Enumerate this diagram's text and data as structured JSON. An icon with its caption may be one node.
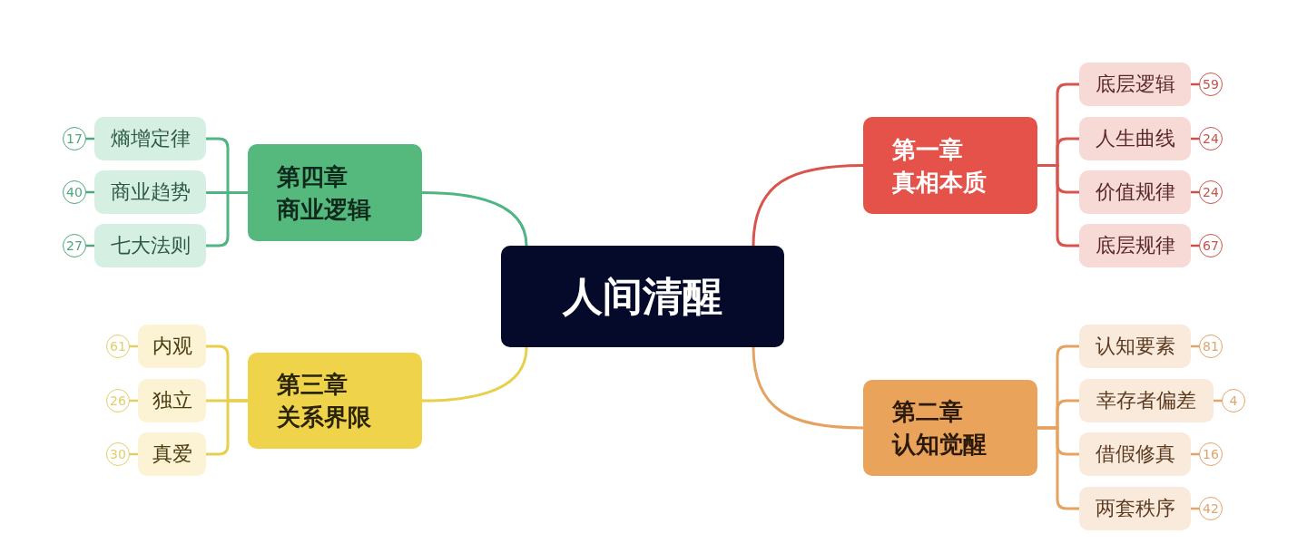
{
  "diagram": {
    "nodes": [
      {
        "text": [
          "人间清醒"
        ]
      },
      {
        "text": [
          "第一章",
          "真相本质"
        ]
      },
      {
        "text": [
          "底层逻辑"
        ],
        "beside": [
          "59"
        ]
      },
      {
        "text": [
          "人生曲线"
        ],
        "beside": [
          "24"
        ]
      },
      {
        "text": [
          "价值规律"
        ],
        "beside": [
          "24"
        ]
      },
      {
        "text": [
          "底层规律"
        ],
        "beside": [
          "67"
        ]
      },
      {
        "text": [
          "第二章",
          "认知觉醒"
        ]
      },
      {
        "text": [
          "认知要素"
        ],
        "beside": [
          "81"
        ]
      },
      {
        "text": [
          "幸存者偏差"
        ],
        "beside": [
          "4"
        ]
      },
      {
        "text": [
          "借假修真"
        ],
        "beside": [
          "16"
        ]
      },
      {
        "text": [
          "两套秩序"
        ],
        "beside": [
          "42"
        ]
      },
      {
        "text": [
          "第三章",
          "关系界限"
        ]
      },
      {
        "text": [
          "内观"
        ],
        "beside": [
          "61"
        ]
      },
      {
        "text": [
          "独立"
        ],
        "beside": [
          "26"
        ]
      },
      {
        "text": [
          "真爱"
        ],
        "beside": [
          "30"
        ]
      },
      {
        "text": [
          "第四章",
          "商业逻辑"
        ]
      },
      {
        "text": [
          "熵增定律"
        ],
        "beside": [
          "17"
        ]
      },
      {
        "text": [
          "商业趋势"
        ],
        "beside": [
          "40"
        ]
      },
      {
        "text": [
          "七大法则"
        ],
        "beside": [
          "27"
        ]
      }
    ],
    "edges": [
      {
        "from": 0,
        "to": 1,
        "arrow": "none",
        "color": "#d9544c"
      },
      {
        "from": 1,
        "to": 2,
        "arrow": "none",
        "color": "#d9544c"
      },
      {
        "from": 1,
        "to": 3,
        "arrow": "none",
        "color": "#d9544c"
      },
      {
        "from": 1,
        "to": 4,
        "arrow": "none",
        "color": "#d9544c"
      },
      {
        "from": 1,
        "to": 5,
        "arrow": "none",
        "color": "#d9544c"
      },
      {
        "from": 0,
        "to": 6,
        "arrow": "none",
        "color": "#e5a361"
      },
      {
        "from": 6,
        "to": 7,
        "arrow": "none",
        "color": "#e5a361"
      },
      {
        "from": 6,
        "to": 8,
        "arrow": "none",
        "color": "#e5a361"
      },
      {
        "from": 6,
        "to": 9,
        "arrow": "none",
        "color": "#e5a361"
      },
      {
        "from": 6,
        "to": 10,
        "arrow": "none",
        "color": "#e5a361"
      },
      {
        "from": 0,
        "to": 11,
        "arrow": "none",
        "color": "#e8d04e"
      },
      {
        "from": 11,
        "to": 12,
        "arrow": "none",
        "color": "#e8d04e"
      },
      {
        "from": 11,
        "to": 13,
        "arrow": "none",
        "color": "#e8d04e"
      },
      {
        "from": 11,
        "to": 14,
        "arrow": "none",
        "color": "#e8d04e"
      },
      {
        "from": 0,
        "to": 15,
        "arrow": "none",
        "color": "#4fb582"
      },
      {
        "from": 15,
        "to": 16,
        "arrow": "none",
        "color": "#4fb582"
      },
      {
        "from": 15,
        "to": 17,
        "arrow": "none",
        "color": "#4fb582"
      },
      {
        "from": 15,
        "to": 18,
        "arrow": "none",
        "color": "#4fb582"
      }
    ]
  }
}
